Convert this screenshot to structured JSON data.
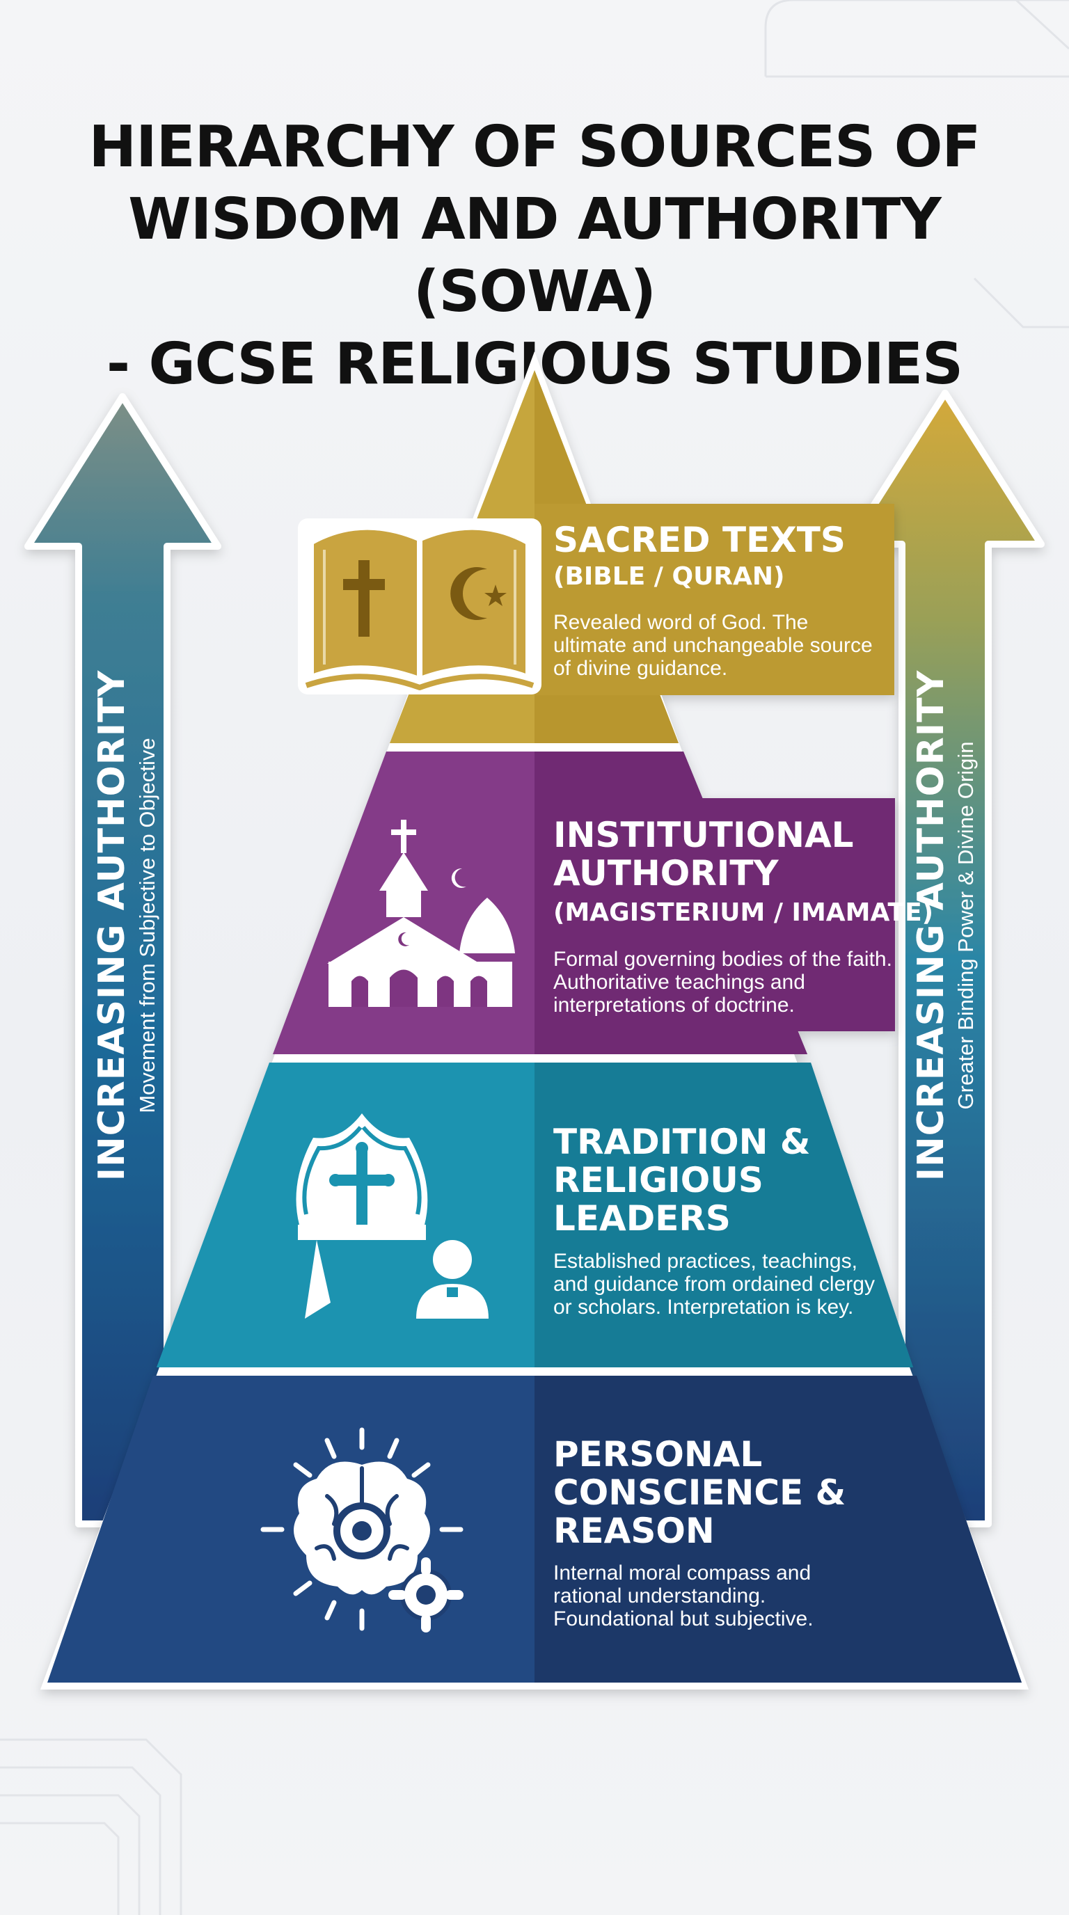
{
  "title": {
    "line1": "HIERARCHY OF SOURCES OF",
    "line2": "WISDOM AND AUTHORITY (SOWA)",
    "line3": "- GCSE RELIGIOUS STUDIES"
  },
  "left_arrow": {
    "title": "INCREASING AUTHORITY",
    "subtitle": "Movement from Subjective to Objective"
  },
  "right_arrow": {
    "title": "INCREASING AUTHORITY",
    "subtitle": "Greater Binding Power & Divine Origin"
  },
  "tiers": [
    {
      "title_lines": [
        "SACRED TEXTS"
      ],
      "subtitle_lines": [
        "(BIBLE / QURAN)"
      ],
      "desc_lines": [
        "Revealed word of God. The",
        "ultimate and unchangeable source",
        "of divine guidance."
      ],
      "icon": "open-book-cross-crescent-icon",
      "color": "#c4a43a"
    },
    {
      "title_lines": [
        "INSTITUTIONAL",
        "AUTHORITY"
      ],
      "subtitle_lines": [
        "(MAGISTERIUM / IMAMATE)"
      ],
      "desc_lines": [
        "Formal governing bodies of the faith.",
        "Authoritative teachings and",
        "interpretations of doctrine."
      ],
      "icon": "church-mosque-icon",
      "color": "#7a2f7d"
    },
    {
      "title_lines": [
        "TRADITION &",
        "RELIGIOUS",
        "LEADERS"
      ],
      "subtitle_lines": [],
      "desc_lines": [
        "Established practices, teachings,",
        "and guidance from ordained clergy",
        "or scholars. Interpretation is key."
      ],
      "icon": "mitre-clergy-icon",
      "color": "#1886a3"
    },
    {
      "title_lines": [
        "PERSONAL",
        "CONSCIENCE &",
        "REASON"
      ],
      "subtitle_lines": [],
      "desc_lines": [
        "Internal moral compass and",
        "rational understanding.",
        "Foundational but subjective."
      ],
      "icon": "brain-gear-icon",
      "color": "#1f3f73"
    }
  ],
  "colors": {
    "gold": "#c4a43a",
    "purple": "#7a2f7d",
    "teal": "#1886a3",
    "navy": "#1f3f73",
    "title": "#111111"
  }
}
